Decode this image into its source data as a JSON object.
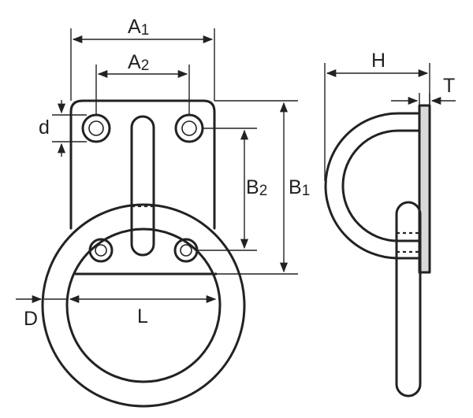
{
  "labels": {
    "a1": {
      "main": "A",
      "sub": "1"
    },
    "a2": {
      "main": "A",
      "sub": "2"
    },
    "b1": {
      "main": "B",
      "sub": "1"
    },
    "b2": {
      "main": "B",
      "sub": "2"
    },
    "h": "H",
    "t": "T",
    "d_small": "d",
    "d_big": "D",
    "l": "L"
  }
}
